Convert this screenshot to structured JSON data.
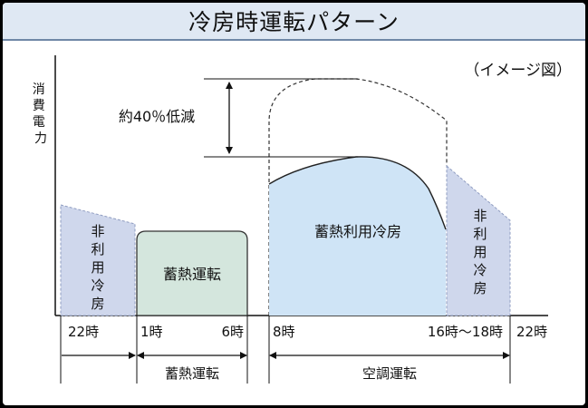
{
  "title": "冷房時運転パターン",
  "note": "（イメージ図）",
  "y_axis_label": "消費電力",
  "reduction_label": "約40％低減",
  "blocks": {
    "non_use_left": "非利用冷房",
    "storage": "蓄熱運転",
    "storage_use": "蓄熱利用冷房",
    "non_use_right": "非利用冷房"
  },
  "time_labels": {
    "t22_left": "22時",
    "t1": "1時",
    "t6": "6時",
    "t8": "8時",
    "t16_18": "16時～18時",
    "t22_right": "22時"
  },
  "period_labels": {
    "storage_operation": "蓄熱運転",
    "ac_operation": "空調運転"
  },
  "colors": {
    "title_bg": "#dfe8f3",
    "non_use_fill": "#cfd7ec",
    "storage_fill": "#d4e6dd",
    "storage_use_fill": "#cfe4f6"
  }
}
